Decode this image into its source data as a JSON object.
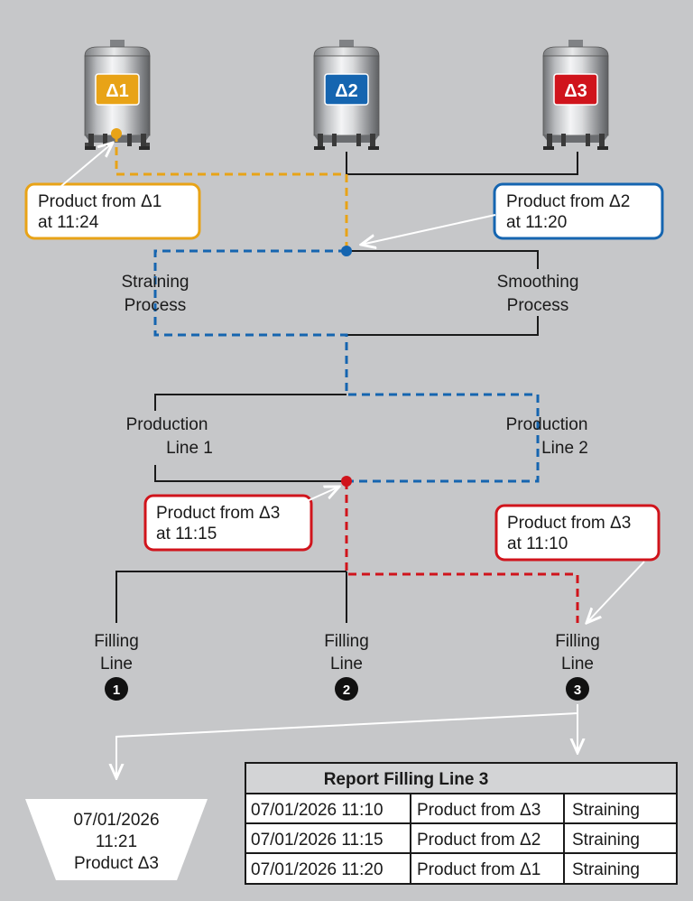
{
  "colors": {
    "background": "#c6c7c9",
    "line": "#1a1a1a",
    "tank1": "#e8a317",
    "tank2": "#1565b0",
    "tank3": "#d0141c",
    "white_line": "#ffffff"
  },
  "tanks": [
    {
      "label": "Δ1",
      "color": "#e8a317"
    },
    {
      "label": "Δ2",
      "color": "#1565b0"
    },
    {
      "label": "Δ3",
      "color": "#d0141c"
    }
  ],
  "callouts": [
    {
      "line1": "Product from Δ1",
      "line2": "at 11:24",
      "color": "#e8a317"
    },
    {
      "line1": "Product from Δ2",
      "line2": "at 11:20",
      "color": "#1565b0"
    },
    {
      "line1": "Product from  Δ3",
      "line2": "at 11:15",
      "color": "#d0141c"
    },
    {
      "line1": "Product from Δ3",
      "line2": "at 11:10",
      "color": "#d0141c"
    }
  ],
  "processes": {
    "straining": {
      "line1": "Straining",
      "line2": "Process"
    },
    "smoothing": {
      "line1": "Smoothing",
      "line2": "Process"
    }
  },
  "production_lines": {
    "line1": {
      "line1": "Production",
      "line2": "Line 1"
    },
    "line2": {
      "line1": "Production",
      "line2": "Line 2"
    }
  },
  "filling_lines": [
    {
      "line1": "Filling",
      "line2": "Line",
      "number": "1"
    },
    {
      "line1": "Filling",
      "line2": "Line",
      "number": "2"
    },
    {
      "line1": "Filling",
      "line2": "Line",
      "number": "3"
    }
  ],
  "label_tag": {
    "date": "07/01/2026",
    "time": "11:21",
    "product": "Product Δ3"
  },
  "report": {
    "title": "Report Filling Line 3",
    "rows": [
      {
        "timestamp": "07/01/2026 11:10",
        "product": "Product from Δ3",
        "process": "Straining"
      },
      {
        "timestamp": "07/01/2026 11:15",
        "product": "Product from Δ2",
        "process": "Straining"
      },
      {
        "timestamp": "07/01/2026 11:20",
        "product": "Product from Δ1",
        "process": "Straining"
      }
    ]
  }
}
